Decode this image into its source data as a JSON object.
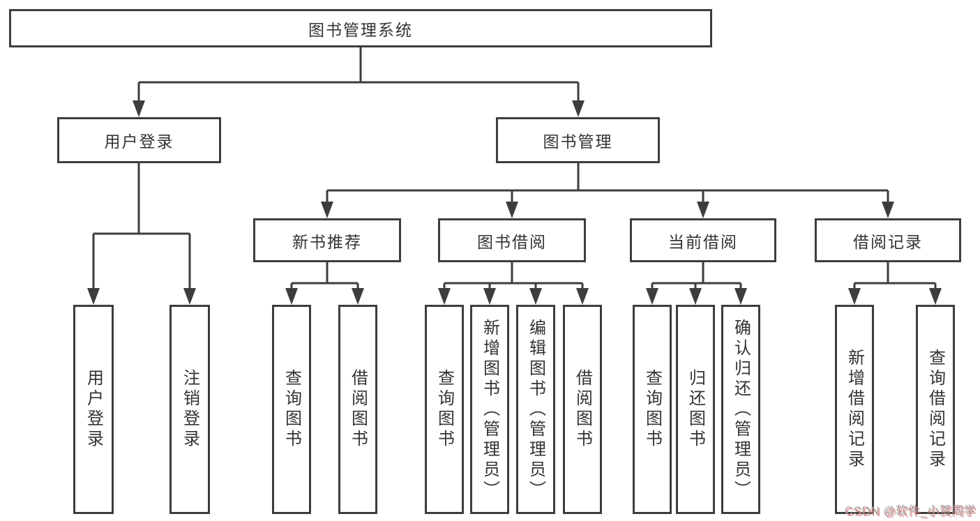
{
  "colors": {
    "line": "#3d3d3d",
    "box_border": "#3d3d3d",
    "text": "#333333",
    "background": "#ffffff",
    "watermark_text": "#9e9e9e",
    "watermark_shadow": "#e06666"
  },
  "tree": {
    "root": "图书管理系统",
    "children": [
      {
        "label": "用户登录",
        "children": [
          "用户登录",
          "注销登录"
        ]
      },
      {
        "label": "图书管理",
        "children": [
          {
            "label": "新书推荐",
            "children": [
              "查询图书",
              "借阅图书"
            ]
          },
          {
            "label": "图书借阅",
            "children": [
              "查询图书",
              "新增图书（管理员）",
              "编辑图书（管理员）",
              "借阅图书"
            ]
          },
          {
            "label": "当前借阅",
            "children": [
              "查询图书",
              "归还图书",
              "确认归还（管理员）"
            ]
          },
          {
            "label": "借阅记录",
            "children": [
              "新增借阅记录",
              "查询借阅记录"
            ]
          }
        ]
      }
    ]
  },
  "watermark": {
    "text": "CSDN @软件_小贺同学"
  }
}
